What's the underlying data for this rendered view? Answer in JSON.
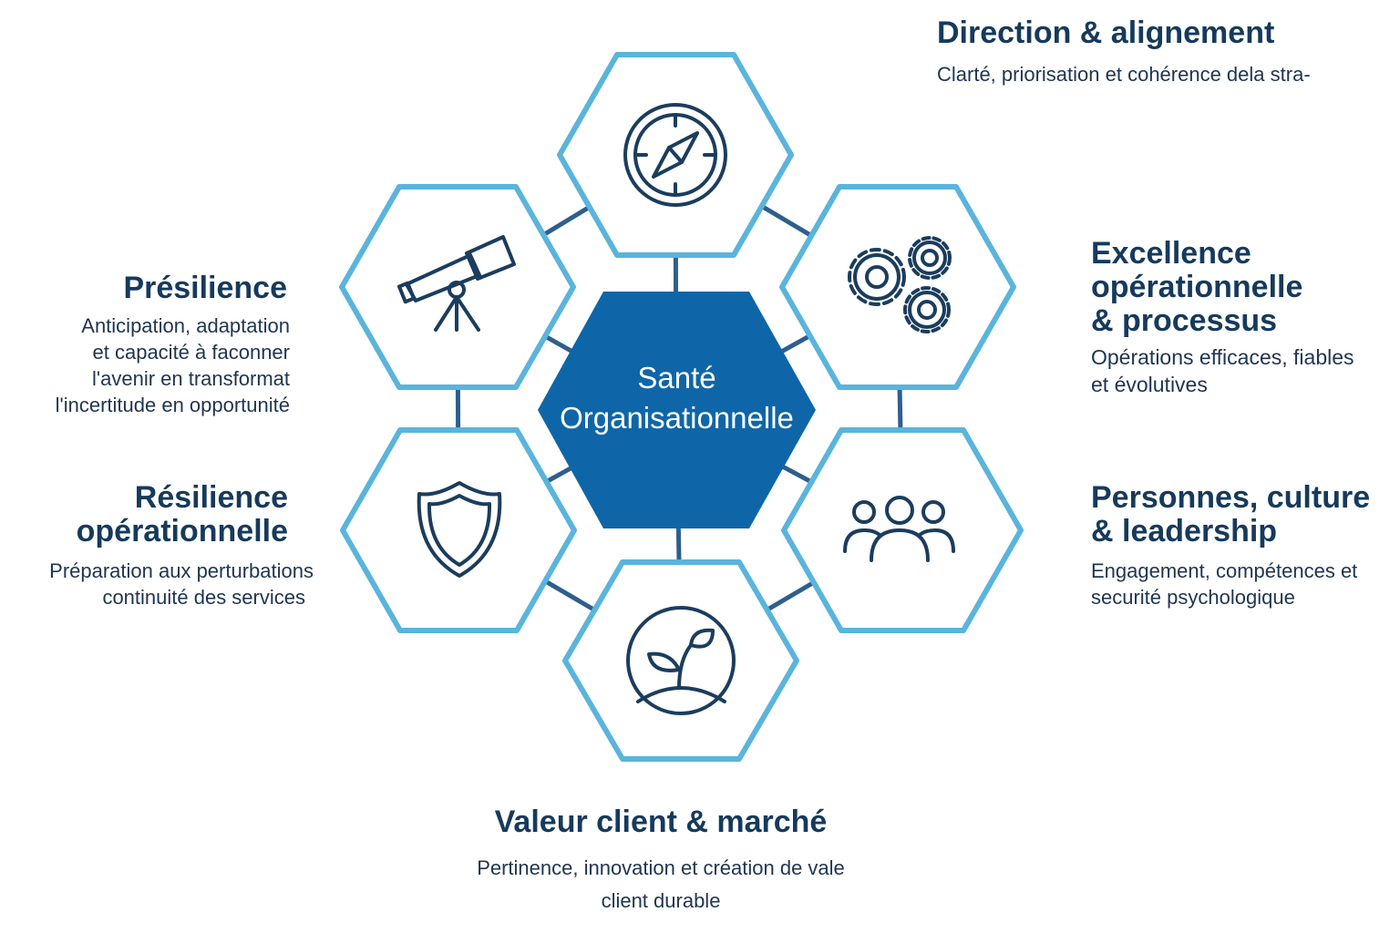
{
  "center": {
    "line1": "Santé",
    "line2": "Organisationnelle"
  },
  "colors": {
    "hex_stroke": "#5ab4dc",
    "center_fill": "#0e66a8",
    "connector": "#2e5f8c",
    "icon": "#1b3d5e",
    "text": "#163a5c"
  },
  "pillars": [
    {
      "id": "direction",
      "icon": "compass-icon",
      "title": "Direction & alignement",
      "desc": "Clarté, priorisation et cohérence dela stra-"
    },
    {
      "id": "excellence",
      "icon": "gears-icon",
      "title_lines": [
        "Excellence",
        "opérationnelle",
        "& processus"
      ],
      "desc_lines": [
        "Opérations efficaces, fiables",
        "et évolutives"
      ]
    },
    {
      "id": "personnes",
      "icon": "people-icon",
      "title_lines": [
        "Personnes, culture",
        "& leadership"
      ],
      "desc_lines": [
        "Engagement, compétences et",
        "securité psychologique"
      ]
    },
    {
      "id": "valeur",
      "icon": "seedling-icon",
      "title": "Valeur client & marché",
      "desc_lines": [
        "Pertinence, innovation et création de vale",
        "client durable"
      ]
    },
    {
      "id": "resilience",
      "icon": "shield-icon",
      "title_lines": [
        "Résilience",
        "opérationnelle"
      ],
      "desc_lines": [
        "Préparation aux perturbations",
        "continuité des services"
      ]
    },
    {
      "id": "presilience",
      "icon": "telescope-icon",
      "title": "Présilience",
      "desc_lines": [
        "Anticipation, adaptation",
        "et capacité à faconner",
        "l'avenir en transformat",
        "l'incertitude en opportunité"
      ]
    }
  ]
}
